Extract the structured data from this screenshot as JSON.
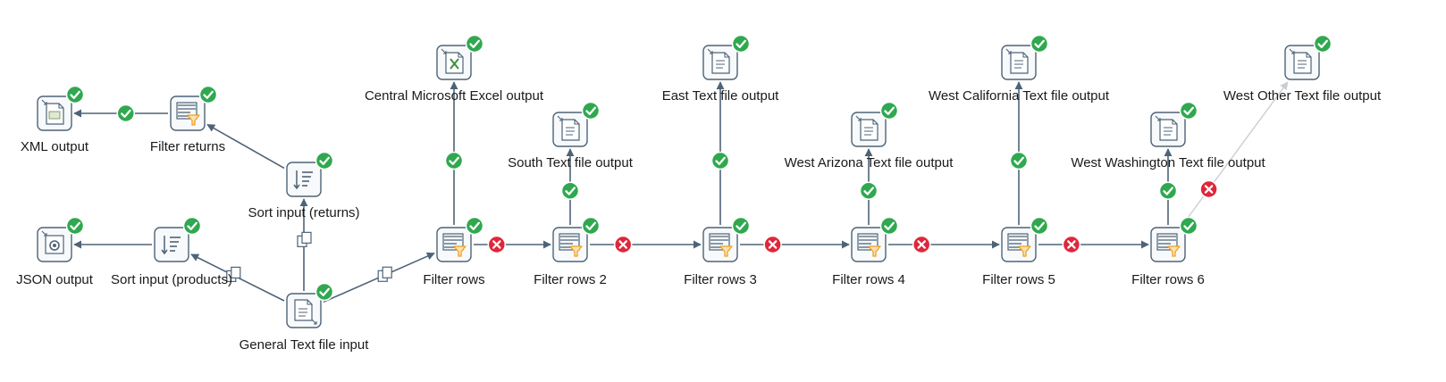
{
  "canvas": {
    "background": "#ffffff"
  },
  "colors": {
    "hop": "#4e6377",
    "hop_disabled": "#c9ced3",
    "success": "#2fa84f",
    "error": "#e0263a",
    "node_border": "#4e6377",
    "node_fill": "#f7f9fb",
    "excel_accent": "#3f8f3f",
    "filter_accent": "#f0a020"
  },
  "steps": [
    {
      "id": "xml_output",
      "label": "XML output",
      "icon": "xml-output-icon"
    },
    {
      "id": "filter_returns",
      "label": "Filter returns",
      "icon": "filter-icon"
    },
    {
      "id": "sort_returns",
      "label": "Sort input (returns)",
      "icon": "sort-icon"
    },
    {
      "id": "json_output",
      "label": "JSON output",
      "icon": "json-output-icon"
    },
    {
      "id": "sort_products",
      "label": "Sort input (products)",
      "icon": "sort-icon"
    },
    {
      "id": "general_input",
      "label": "General Text file input",
      "icon": "text-file-input-icon"
    },
    {
      "id": "central_excel",
      "label": "Central Microsoft Excel output",
      "icon": "excel-output-icon"
    },
    {
      "id": "filter_rows",
      "label": "Filter rows",
      "icon": "filter-icon"
    },
    {
      "id": "south_text",
      "label": "South Text file output",
      "icon": "text-file-output-icon"
    },
    {
      "id": "filter_rows_2",
      "label": "Filter rows 2",
      "icon": "filter-icon"
    },
    {
      "id": "east_text",
      "label": "East Text file output",
      "icon": "text-file-output-icon"
    },
    {
      "id": "filter_rows_3",
      "label": "Filter rows 3",
      "icon": "filter-icon"
    },
    {
      "id": "west_arizona",
      "label": "West Arizona Text file output",
      "icon": "text-file-output-icon"
    },
    {
      "id": "filter_rows_4",
      "label": "Filter rows 4",
      "icon": "filter-icon"
    },
    {
      "id": "west_california",
      "label": "West California Text file output",
      "icon": "text-file-output-icon"
    },
    {
      "id": "filter_rows_5",
      "label": "Filter rows 5",
      "icon": "filter-icon"
    },
    {
      "id": "west_washington",
      "label": "West Washington Text file output",
      "icon": "text-file-output-icon"
    },
    {
      "id": "filter_rows_6",
      "label": "Filter rows 6",
      "icon": "filter-icon"
    },
    {
      "id": "west_other",
      "label": "West Other Text file output",
      "icon": "text-file-output-icon"
    }
  ],
  "hops": [
    {
      "from": "filter_returns",
      "to": "xml_output",
      "marker": "success"
    },
    {
      "from": "sort_returns",
      "to": "filter_returns",
      "marker": "none"
    },
    {
      "from": "general_input",
      "to": "sort_returns",
      "marker": "copy"
    },
    {
      "from": "sort_products",
      "to": "json_output",
      "marker": "none"
    },
    {
      "from": "general_input",
      "to": "sort_products",
      "marker": "copy"
    },
    {
      "from": "general_input",
      "to": "filter_rows",
      "marker": "copy"
    },
    {
      "from": "filter_rows",
      "to": "central_excel",
      "marker": "success"
    },
    {
      "from": "filter_rows",
      "to": "filter_rows_2",
      "marker": "error"
    },
    {
      "from": "filter_rows_2",
      "to": "south_text",
      "marker": "success"
    },
    {
      "from": "filter_rows_2",
      "to": "filter_rows_3",
      "marker": "error"
    },
    {
      "from": "filter_rows_3",
      "to": "east_text",
      "marker": "success"
    },
    {
      "from": "filter_rows_3",
      "to": "filter_rows_4",
      "marker": "error"
    },
    {
      "from": "filter_rows_4",
      "to": "west_arizona",
      "marker": "success"
    },
    {
      "from": "filter_rows_4",
      "to": "filter_rows_5",
      "marker": "error"
    },
    {
      "from": "filter_rows_5",
      "to": "west_california",
      "marker": "success"
    },
    {
      "from": "filter_rows_5",
      "to": "filter_rows_6",
      "marker": "error"
    },
    {
      "from": "filter_rows_6",
      "to": "west_washington",
      "marker": "success"
    },
    {
      "from": "filter_rows_6",
      "to": "west_other",
      "marker": "error",
      "disabled": true
    }
  ]
}
